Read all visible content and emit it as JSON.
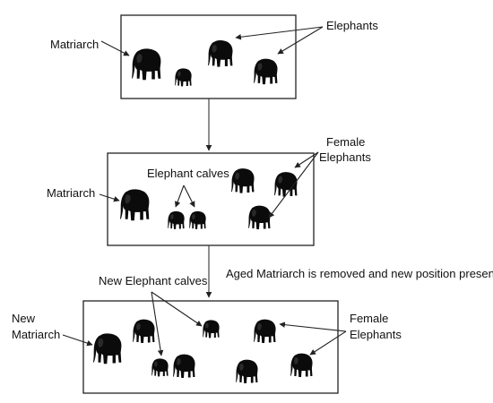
{
  "stage1": {
    "matriarch_label": "Matriarch",
    "elephants_label": "Elephants"
  },
  "stage2": {
    "matriarch_label": "Matriarch",
    "calves_label": "Elephant calves",
    "female_label_line1": "Female",
    "female_label_line2": "Elephants"
  },
  "transition_caption": "Aged Matriarch is removed and new position presented",
  "stage3": {
    "new_matriarch_line1": "New",
    "new_matriarch_line2": "Matriarch",
    "new_calves_label": "New Elephant calves",
    "female_label_line1": "Female",
    "female_label_line2": "Elephants"
  }
}
